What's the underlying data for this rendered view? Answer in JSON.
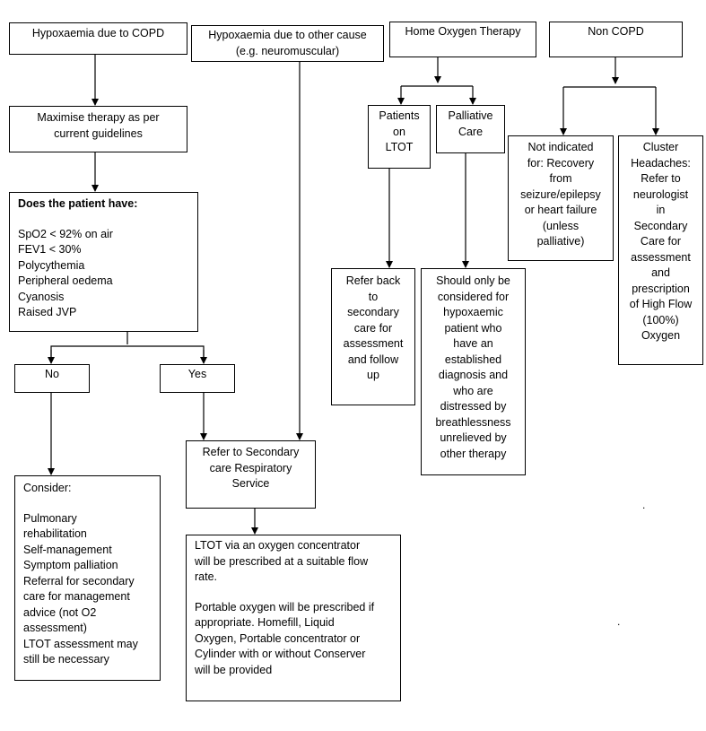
{
  "nodes": {
    "copd": "Hypoxaemia due to COPD",
    "other_cause": "Hypoxaemia due to other cause\n(e.g. neuromuscular)",
    "home_oxygen": "Home Oxygen Therapy",
    "non_copd": "Non COPD",
    "maximise": "Maximise therapy as per\ncurrent guidelines",
    "does_have_title": "Does the patient have:",
    "does_have_items": "SpO2 < 92% on air\nFEV1 < 30%\nPolycythemia\nPeripheral oedema\nCyanosis\nRaised JVP",
    "no": "No",
    "yes": "Yes",
    "consider_title": "Consider:",
    "consider_items": "Pulmonary\nrehabilitation\nSelf-management\nSymptom palliation\nReferral for secondary\ncare for management\nadvice (not O2\nassessment)\nLTOT assessment may\nstill be necessary",
    "refer_secondary": "Refer to Secondary\ncare Respiratory\nService",
    "ltot_text_1": "LTOT via an oxygen concentrator\nwill be prescribed at a suitable flow\nrate.",
    "ltot_text_2": "Portable oxygen will be prescribed if\nappropriate. Homefill, Liquid\nOxygen, Portable concentrator or\nCylinder with or without Conserver\nwill be provided",
    "patients_ltot": "Patients\non\nLTOT",
    "palliative": "Palliative\nCare",
    "refer_back": "Refer back\nto\nsecondary\ncare for\nassessment\nand follow\nup",
    "should_only": "Should only be\nconsidered for\nhypoxaemic\npatient who\nhave an\nestablished\ndiagnosis and\nwho are\ndistressed by\nbreathlessness\nunrelieved by\nother therapy",
    "not_indicated": "Not indicated\nfor: Recovery\nfrom\nseizure/epilepsy\nor heart failure\n(unless\npalliative)",
    "cluster": "Cluster\nHeadaches:\nRefer to\nneurologist\nin\nSecondary\nCare for\nassessment\nand\nprescription\nof High Flow\n(100%)\nOxygen"
  },
  "stray_marks": {
    "dot_1": ".",
    "dot_2": "."
  }
}
